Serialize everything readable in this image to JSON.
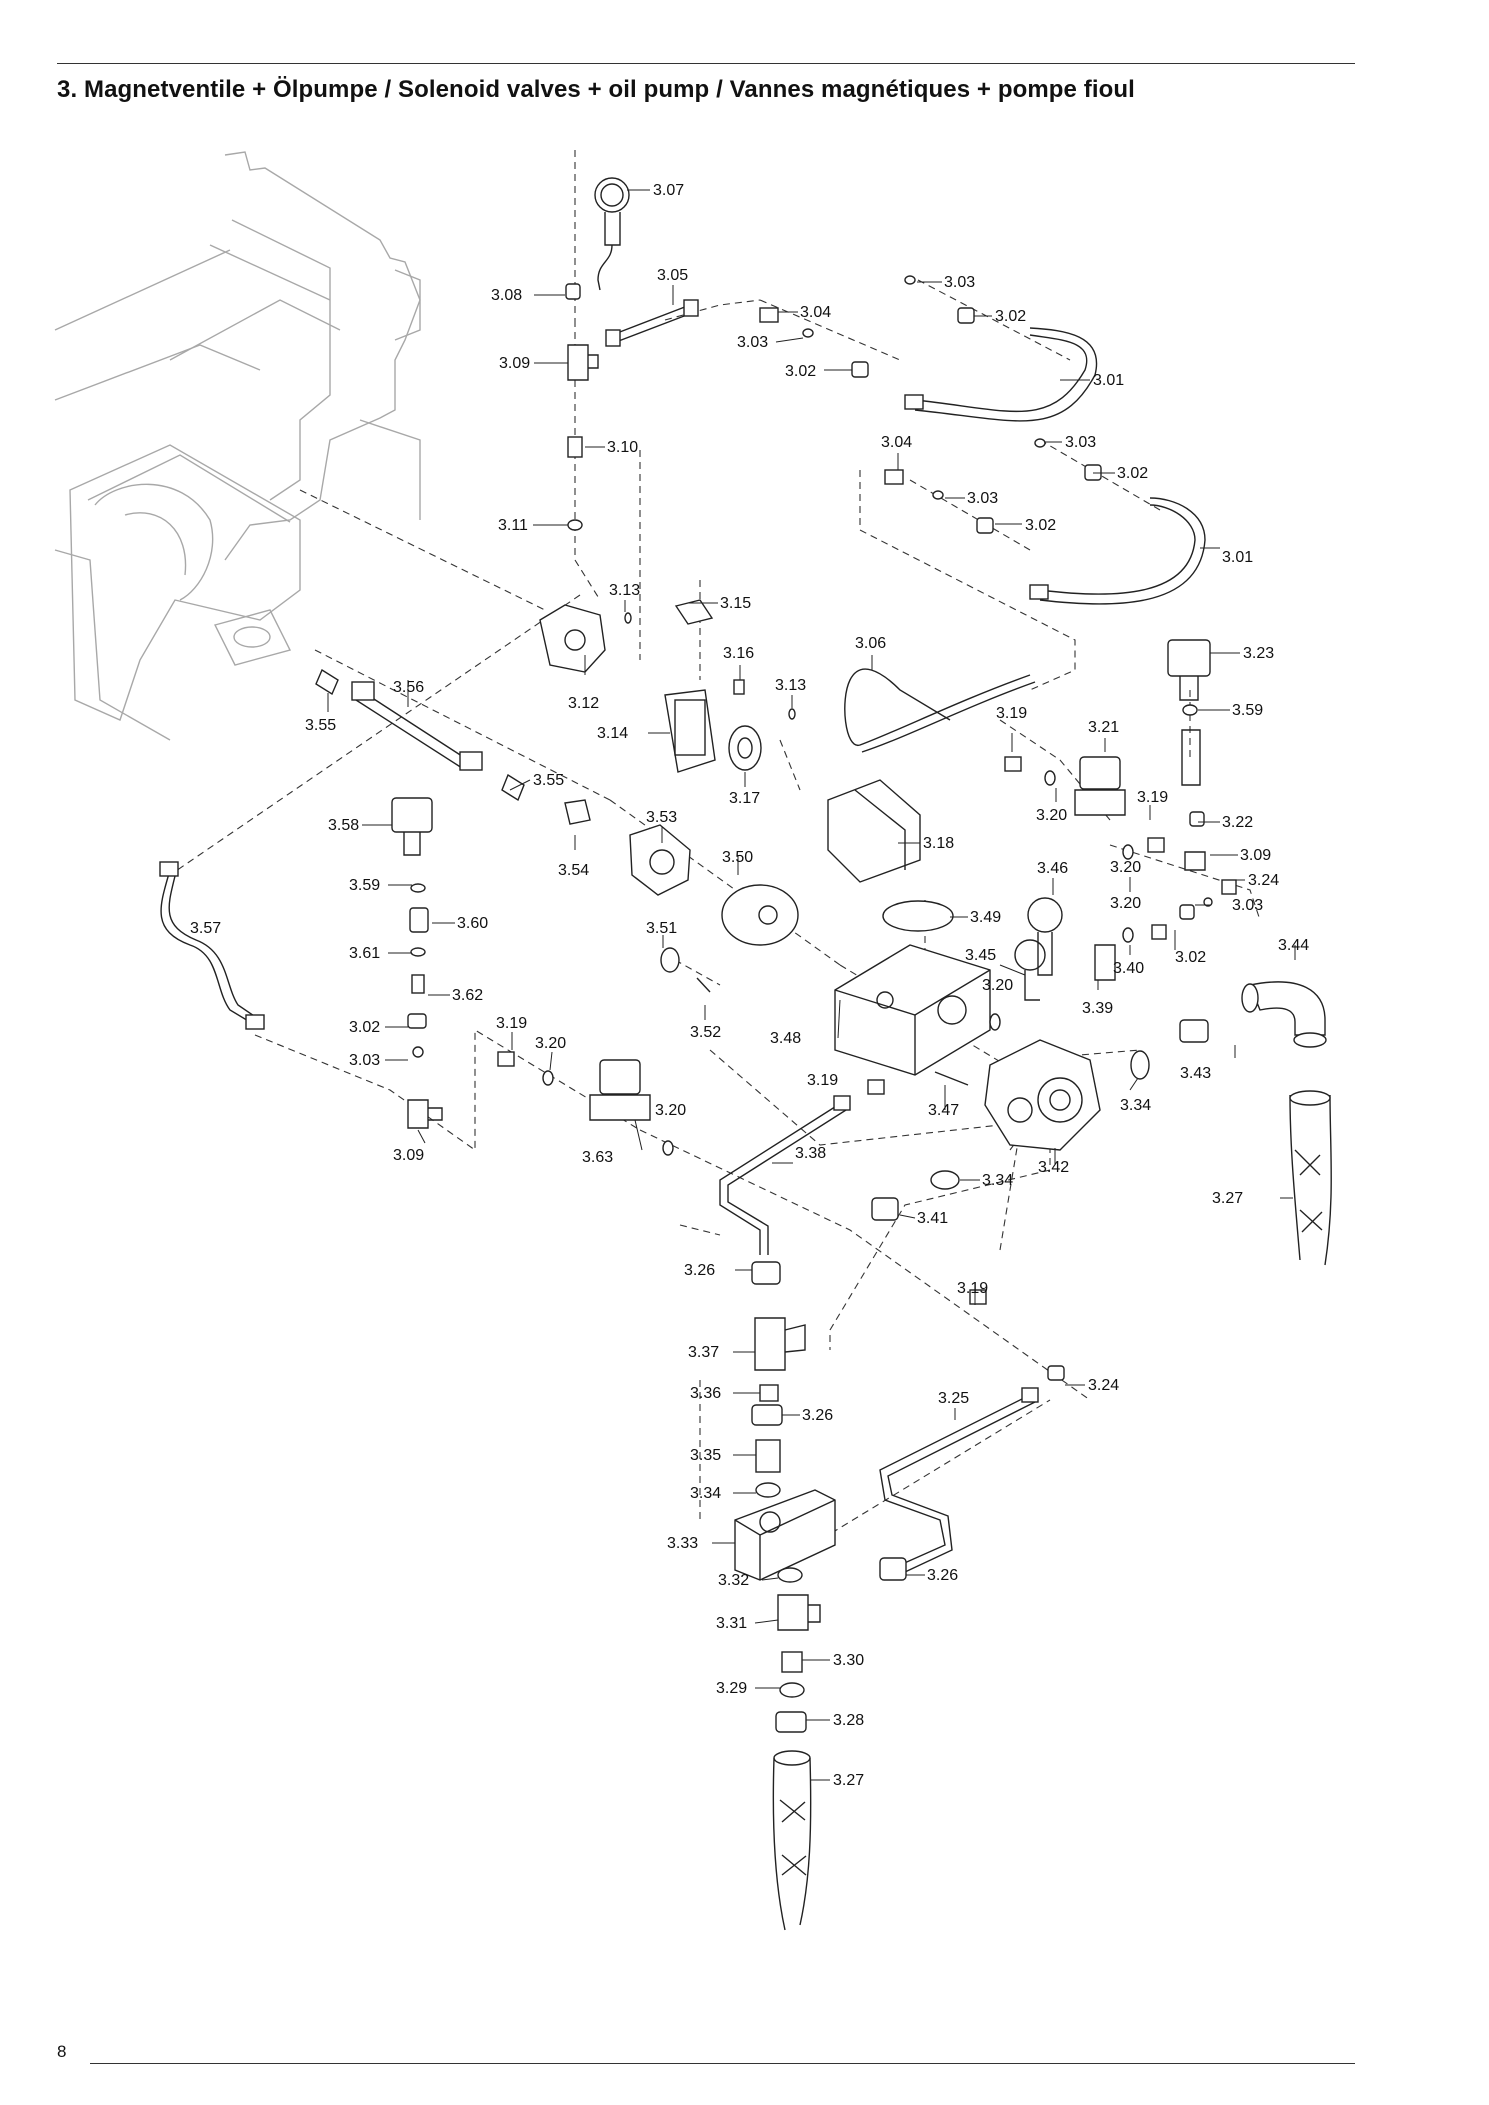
{
  "page": {
    "title": "3. Magnetventile + Ölpumpe / Solenoid valves + oil pump / Vannes magnétiques + pompe fioul",
    "page_number": "8"
  },
  "callouts": {
    "c307": "3.07",
    "c305": "3.05",
    "c308": "3.08",
    "c304a": "3.04",
    "c303a": "3.03",
    "c309a": "3.09",
    "c302a": "3.02",
    "c303b": "3.03",
    "c302b": "3.02",
    "c301a": "3.01",
    "c310": "3.10",
    "c304b": "3.04",
    "c303c": "3.03",
    "c302c": "3.02",
    "c303d": "3.03",
    "c302d": "3.02",
    "c301b": "3.01",
    "c311": "3.11",
    "c313a": "3.13",
    "c315": "3.15",
    "c306": "3.06",
    "c316": "3.16",
    "c313b": "3.13",
    "c323": "3.23",
    "c356": "3.56",
    "c312": "3.12",
    "c355a": "3.55",
    "c314": "3.14",
    "c319a": "3.19",
    "c321": "3.21",
    "c359a": "3.59",
    "c317": "3.17",
    "c355b": "3.55",
    "c319b": "3.19",
    "c320a": "3.20",
    "c322": "3.22",
    "c358": "3.58",
    "c353": "3.53",
    "c318": "3.18",
    "c309b": "3.09",
    "c320b": "3.20",
    "c346": "3.46",
    "c324a": "3.24",
    "c354": "3.54",
    "c350": "3.50",
    "c359b": "3.59",
    "c320c": "3.20",
    "c303e": "3.03",
    "c357": "3.57",
    "c360": "3.60",
    "c351": "3.51",
    "c349": "3.49",
    "c302e": "3.02",
    "c344": "3.44",
    "c345": "3.45",
    "c361": "3.61",
    "c340": "3.40",
    "c320d": "3.20",
    "c362": "3.62",
    "c339": "3.39",
    "c352": "3.52",
    "c319c": "3.19",
    "c348": "3.48",
    "c302f": "3.02",
    "c320e": "3.20",
    "c343": "3.43",
    "c303f": "3.03",
    "c319d": "3.19",
    "c334a": "3.34",
    "c347": "3.47",
    "c320f": "3.20",
    "c309c": "3.09",
    "c363": "3.63",
    "c338": "3.38",
    "c342": "3.42",
    "c334b": "3.34",
    "c327a": "3.27",
    "c341": "3.41",
    "c326a": "3.26",
    "c319e": "3.19",
    "c337": "3.37",
    "c324b": "3.24",
    "c336": "3.36",
    "c326b": "3.26",
    "c325": "3.25",
    "c335": "3.35",
    "c334c": "3.34",
    "c333": "3.33",
    "c326c": "3.26",
    "c332": "3.32",
    "c331": "3.31",
    "c330": "3.30",
    "c329": "3.29",
    "c328": "3.28",
    "c327b": "3.27"
  }
}
